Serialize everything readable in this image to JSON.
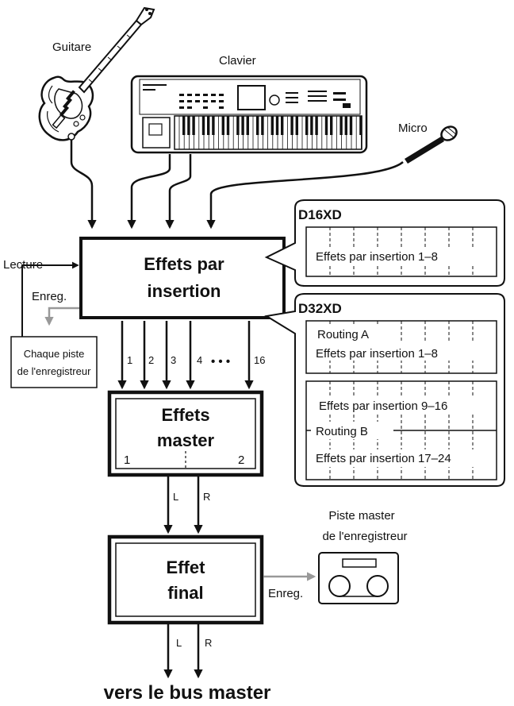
{
  "sources": {
    "guitar": "Guitare",
    "keyboard": "Clavier",
    "mic": "Micro"
  },
  "insertion_box": {
    "line1": "Effets par",
    "line2": "insertion"
  },
  "playback_label": "Lecture",
  "record_label": "Enreg.",
  "track_box": {
    "line1": "Chaque piste",
    "line2": "de l'enregistreur"
  },
  "channels": [
    "1",
    "2",
    "3",
    "4",
    "16"
  ],
  "channel_ellipsis": "• • •",
  "d16": {
    "title": "D16XD",
    "row": "Effets par insertion 1–8"
  },
  "d32": {
    "title": "D32XD",
    "routing_a": "Routing A",
    "row_a": "Effets par insertion 1–8",
    "row_b1": "Effets par insertion 9–16",
    "routing_b": "Routing B",
    "row_b2": "Effets par insertion 17–24"
  },
  "master_box": {
    "line1": "Effets",
    "line2": "master",
    "left": "1",
    "right": "2"
  },
  "lr": {
    "l": "L",
    "r": "R"
  },
  "final_box": {
    "line1": "Effet",
    "line2": "final"
  },
  "master_track": {
    "line1": "Piste master",
    "line2": "de l'enregistreur"
  },
  "final_record_label": "Enreg.",
  "output_label": "vers le bus master"
}
